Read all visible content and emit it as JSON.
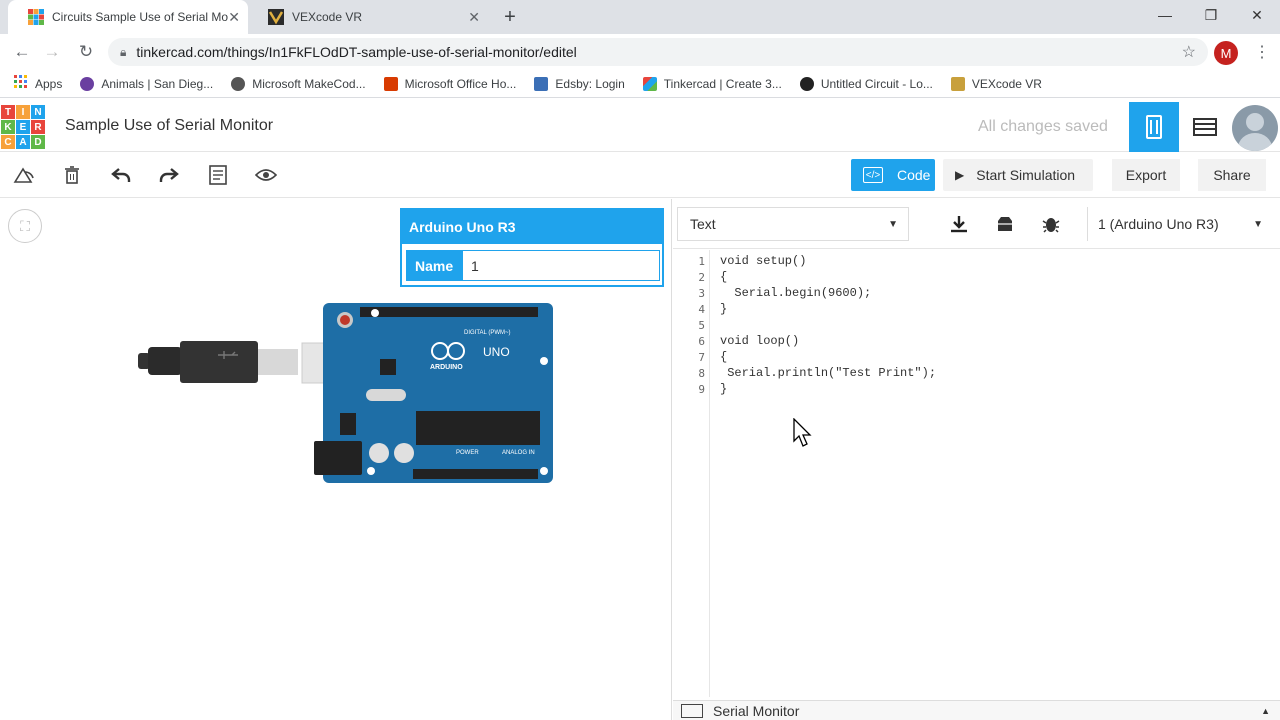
{
  "browser": {
    "tabs": [
      {
        "title": "Circuits Sample Use of Serial Mo",
        "active": true
      },
      {
        "title": "VEXcode VR",
        "active": false
      }
    ],
    "url": "tinkercad.com/things/In1FkFLOdDT-sample-use-of-serial-monitor/editel",
    "profile_initial": "M",
    "bookmarks": [
      {
        "label": "Apps",
        "color": "#4285f4"
      },
      {
        "label": "Animals | San Dieg...",
        "color": "#6a3fa0"
      },
      {
        "label": "Microsoft MakeCod...",
        "color": "#555555"
      },
      {
        "label": "Microsoft Office Ho...",
        "color": "#d83b01"
      },
      {
        "label": "Edsby: Login",
        "color": "#3b6fb6"
      },
      {
        "label": "Tinkercad | Create 3...",
        "color": "#e8453c"
      },
      {
        "label": "Untitled Circuit - Lo...",
        "color": "#222222"
      },
      {
        "label": "VEXcode VR",
        "color": "#c8a03c"
      }
    ]
  },
  "header": {
    "logo_letters": [
      "T",
      "I",
      "N",
      "K",
      "E",
      "R",
      "C",
      "A",
      "D"
    ],
    "project_title": "Sample Use of Serial Monitor",
    "save_status": "All changes saved"
  },
  "toolbar": {
    "code_label": "Code",
    "start_sim_label": "Start Simulation",
    "export_label": "Export",
    "share_label": "Share"
  },
  "inspector": {
    "component": "Arduino Uno R3",
    "name_label": "Name",
    "name_value": "1"
  },
  "code_panel": {
    "mode": "Text",
    "device": "1 (Arduino Uno R3)",
    "line_numbers": [
      "1",
      "2",
      "3",
      "4",
      "5",
      "6",
      "7",
      "8",
      "9"
    ],
    "lines": [
      "void setup()",
      "{",
      "  Serial.begin(9600);",
      "}",
      "",
      "void loop()",
      "{",
      " Serial.println(\"Test Print\");",
      "}"
    ],
    "serial_monitor_label": "Serial Monitor"
  },
  "board": {
    "brand": "ARDUINO",
    "model": "UNO",
    "digital_label": "DIGITAL (PWM~)",
    "power_label": "POWER",
    "analog_label": "ANALOG IN"
  },
  "colors": {
    "accent": "#1fa3ec",
    "board": "#1e6ea6",
    "logo": [
      "#e8453c",
      "#f7a13a",
      "#1fa3ec",
      "#5fb848",
      "#1fa3ec",
      "#e8453c",
      "#f7a13a",
      "#1fa3ec",
      "#5fb848"
    ]
  }
}
